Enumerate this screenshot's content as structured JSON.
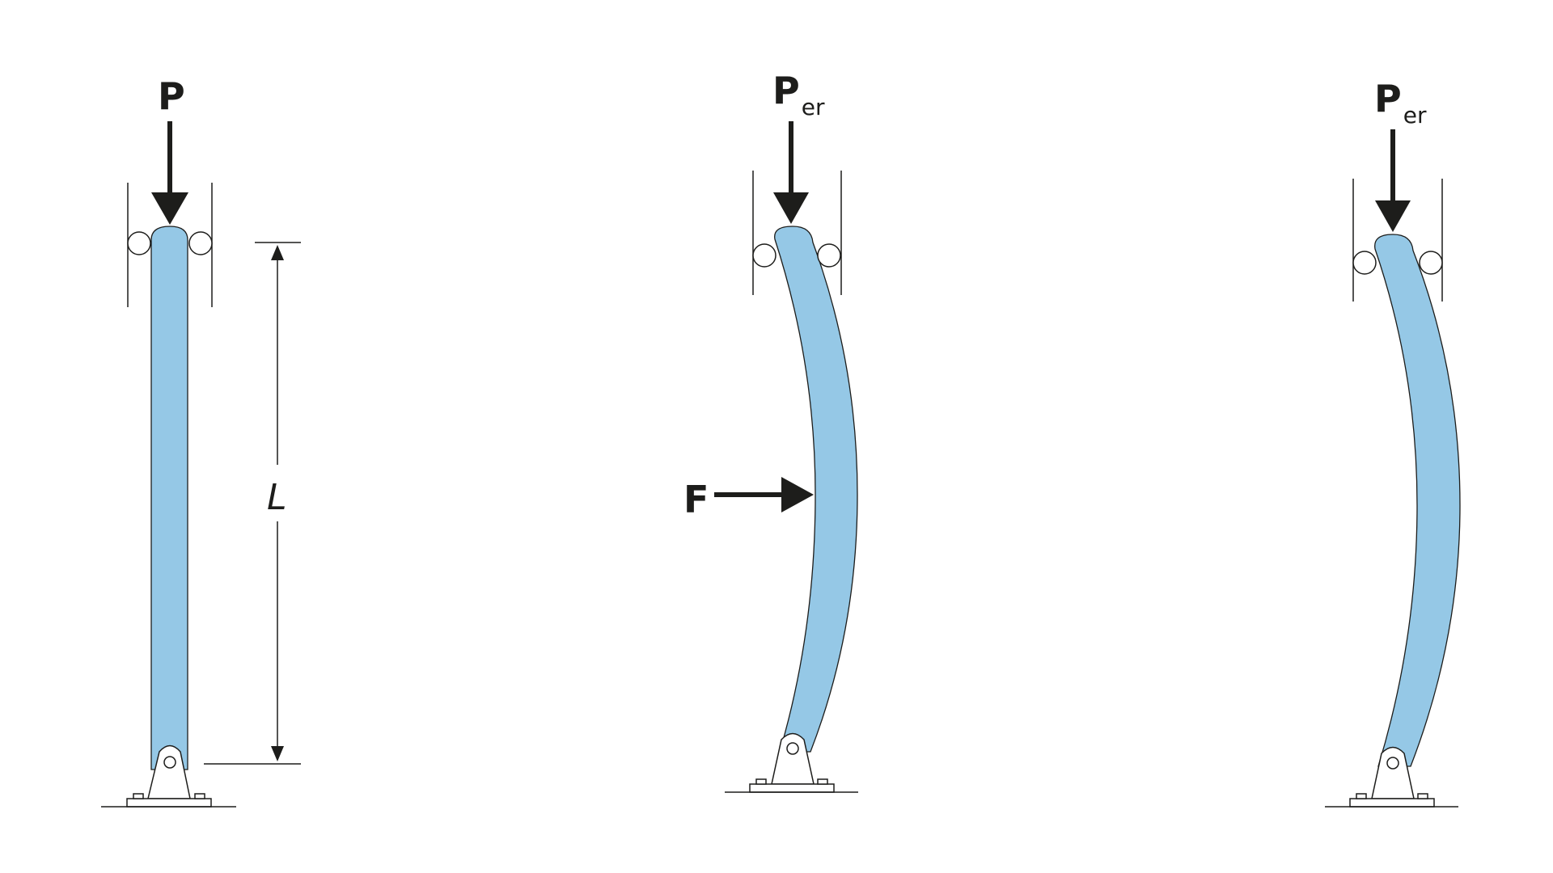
{
  "diagram": {
    "columns": [
      {
        "id": "straight",
        "load_label": "P",
        "load_subscript": "",
        "length_label": "L"
      },
      {
        "id": "buckled-with-force",
        "load_label": "P",
        "load_subscript": "er",
        "lateral_force_label": "F"
      },
      {
        "id": "buckled",
        "load_label": "P",
        "load_subscript": "er"
      }
    ],
    "colors": {
      "column_fill": "#95c8e6",
      "stroke": "#1d1d1b",
      "background": "#ffffff"
    }
  }
}
